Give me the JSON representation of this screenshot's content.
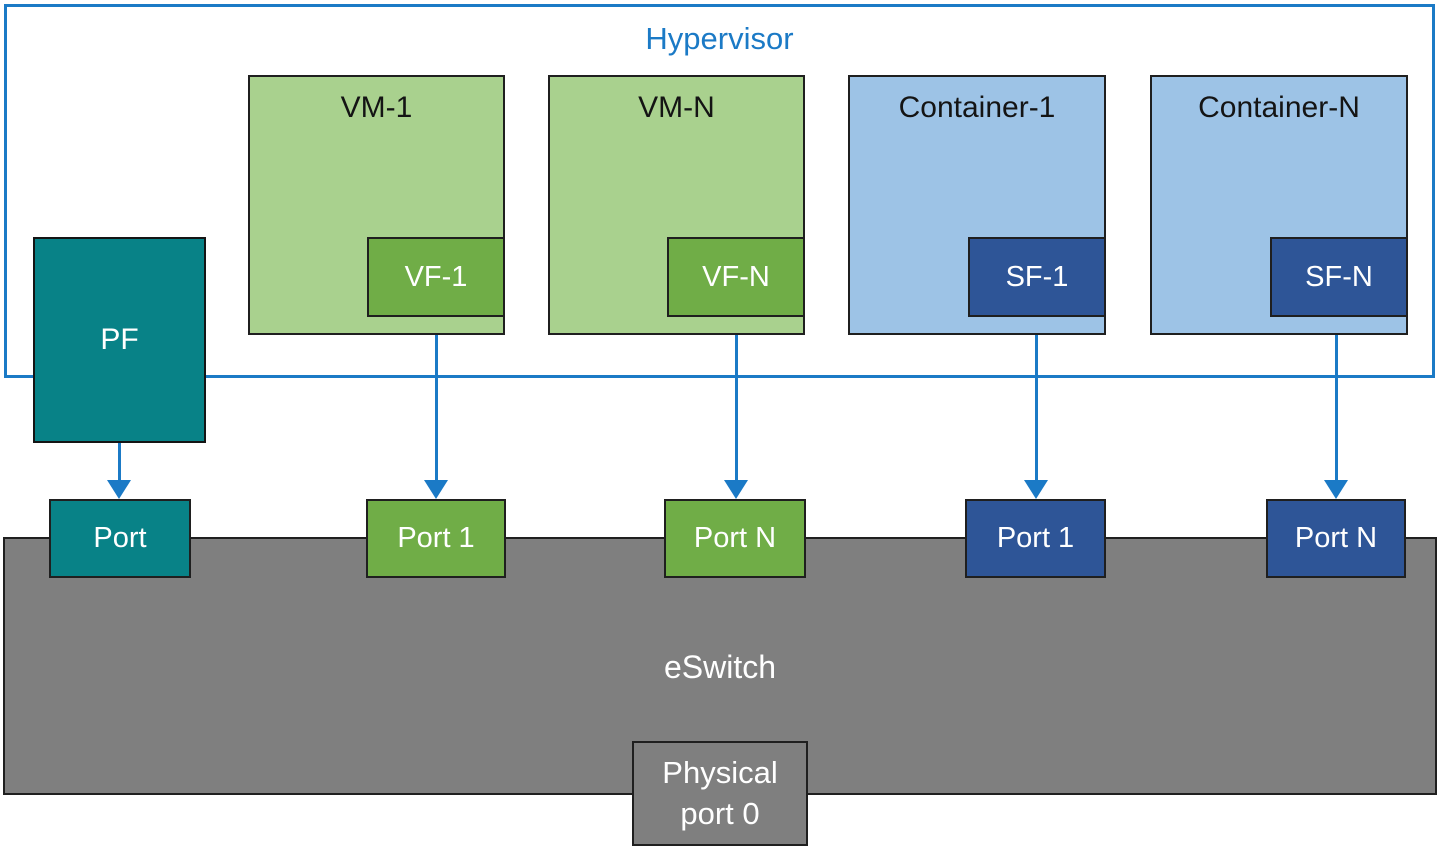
{
  "hypervisor": {
    "label": "Hypervisor"
  },
  "guests": [
    {
      "label": "VM-1",
      "fn": "VF-1",
      "type": "vm"
    },
    {
      "label": "VM-N",
      "fn": "VF-N",
      "type": "vm"
    },
    {
      "label": "Container-1",
      "fn": "SF-1",
      "type": "container"
    },
    {
      "label": "Container-N",
      "fn": "SF-N",
      "type": "container"
    }
  ],
  "pf": {
    "label": "PF"
  },
  "ports": [
    {
      "label": "Port",
      "color": "teal"
    },
    {
      "label": "Port 1",
      "color": "green"
    },
    {
      "label": "Port N",
      "color": "green"
    },
    {
      "label": "Port 1",
      "color": "blue"
    },
    {
      "label": "Port N",
      "color": "blue"
    }
  ],
  "eswitch": {
    "label": "eSwitch"
  },
  "physical_port": {
    "lines": [
      "Physical",
      "port 0"
    ]
  },
  "colors": {
    "accent_blue": "#1b7ac6",
    "teal": "#088287",
    "vm_fill": "#a9d18e",
    "vf_fill": "#70ad47",
    "container_fill": "#9dc3e6",
    "sf_fill": "#2e5597",
    "eswitch_gray": "#7f7f7f",
    "border_dark": "#1f1f1f",
    "text_white": "#ffffff"
  }
}
